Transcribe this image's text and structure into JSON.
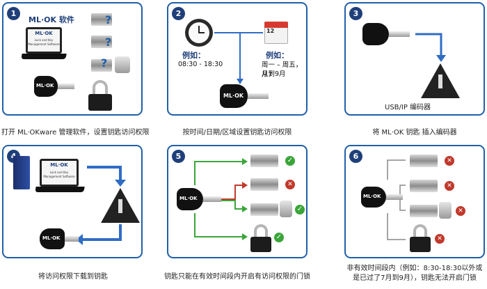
{
  "panels": [
    {
      "number": "1",
      "brand": "ML·OK 软件",
      "laptop_line1": "ML·OK",
      "laptop_line2": "Lock and Key",
      "laptop_line3": "Management Software",
      "caption": "打开 ML·OKware 管理软件，设置钥匙访问权限"
    },
    {
      "number": "2",
      "left_label": "例如：",
      "left_time": "08:30 - 18:30",
      "calendar_day": "12",
      "right_label": "例如：",
      "right_line1": "周一 – 周五，从7",
      "right_line2": "月到9月",
      "caption": "按时间/日期/区域设置钥匙访问权限"
    },
    {
      "number": "3",
      "device_label": "USB/IP 编码器",
      "caption": "将 ML·OK 钥匙 插入编码器"
    },
    {
      "number": "4",
      "laptop_line1": "ML·OK",
      "laptop_line2": "Lock and Key",
      "laptop_line3": "Management Software",
      "caption": "将访问权限下载到钥匙"
    },
    {
      "number": "5",
      "caption": "钥匙只能在有效时间段内开启有访问权限的门锁"
    },
    {
      "number": "6",
      "caption_line1": "非有效时间段内（例如：8:30-18:30以外或",
      "caption_line2": "是已过了7月到9月），钥匙无法开启门锁"
    }
  ],
  "key_logo": "ML·OK",
  "question_mark": "?",
  "colors": {
    "border": "#1f5fa8",
    "badge": "#1f3f7a",
    "arrow_blue": "#2f6cc4",
    "arrow_green": "#3aa63a",
    "arrow_red": "#c0392b"
  }
}
